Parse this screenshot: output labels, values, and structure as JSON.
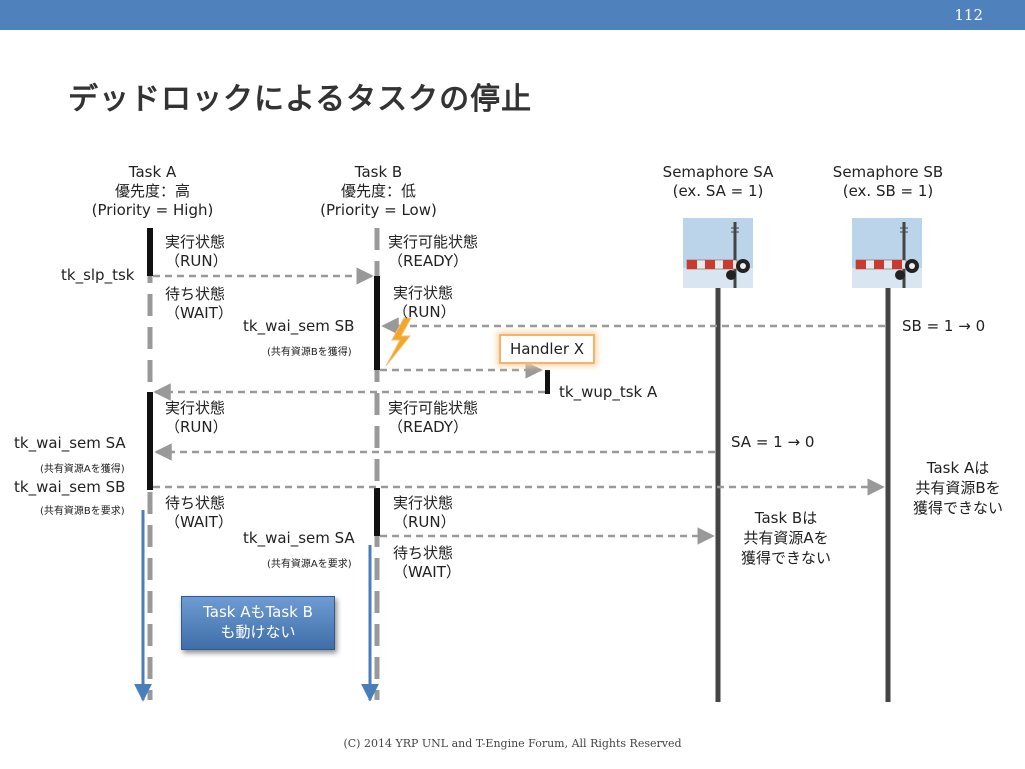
{
  "page_number": "112",
  "title": "デッドロックによるタスクの停止",
  "headers": {
    "task_a": [
      "Task A",
      "優先度：高",
      "(Priority = High)"
    ],
    "task_b": [
      "Task B",
      "優先度：低",
      "(Priority = Low)"
    ],
    "sema_sa": [
      "Semaphore SA",
      "(ex. SA = 1)"
    ],
    "sema_sb": [
      "Semaphore SB",
      "(ex. SB = 1)"
    ]
  },
  "states": {
    "a_run_1": [
      "実行状態",
      "（RUN）"
    ],
    "a_wait_1": [
      "待ち状態",
      "（WAIT）"
    ],
    "a_run_2": [
      "実行状態",
      "（RUN）"
    ],
    "a_wait_2": [
      "待ち状態",
      "（WAIT）"
    ],
    "b_ready_1": [
      "実行可能状態",
      "（READY）"
    ],
    "b_run_1": [
      "実行状態",
      "（RUN）"
    ],
    "b_ready_2": [
      "実行可能状態",
      "（READY）"
    ],
    "b_run_2": [
      "実行状態",
      "（RUN）"
    ],
    "b_wait_1": [
      "待ち状態",
      "（WAIT）"
    ]
  },
  "calls": {
    "tk_slp_tsk": "tk_slp_tsk",
    "tk_wai_sem_sb_b": "tk_wai_sem SB",
    "acquire_b_note": "(共有資源Bを獲得)",
    "handler": "Handler X",
    "tk_wup_tsk_a": "tk_wup_tsk A",
    "tk_wai_sem_sa_a": "tk_wai_sem SA",
    "acquire_a_note": "(共有資源Aを獲得)",
    "tk_wai_sem_sb_a": "tk_wai_sem SB",
    "request_b_note": "(共有資源Bを要求)",
    "tk_wai_sem_sa_b": "tk_wai_sem SA",
    "request_a_note": "(共有資源Aを要求)"
  },
  "sem_changes": {
    "sb": "SB = 1 → 0",
    "sa": "SA = 1 → 0"
  },
  "notes": {
    "task_b_blocked": [
      "Task Bは",
      "共有資源Aを",
      "獲得できない"
    ],
    "task_a_blocked": [
      "Task Aは",
      "共有資源Bを",
      "獲得できない"
    ],
    "deadlock": [
      "Task AもTask B",
      "も動けない"
    ]
  },
  "colors": {
    "top_bar": "#4f81bd",
    "timeline_dash": "#999999",
    "active_bar": "#111111",
    "semaphore_line": "#444444",
    "deadlock_arrow": "#4a7ebb",
    "handler_border": "#f7b36b",
    "interrupt_bolt": "#f5a623",
    "photo_sky": "#bcd4ea"
  },
  "icons": [
    "lightning-icon",
    "semaphore-signal-icon"
  ],
  "footer": "(C) 2014 YRP UNL and T-Engine Forum, All Rights Reserved"
}
